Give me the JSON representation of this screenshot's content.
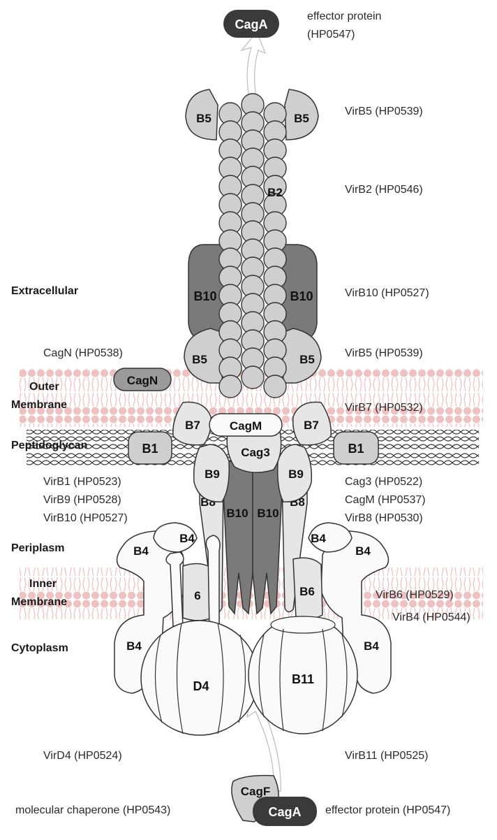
{
  "regions": {
    "extracellular": "Extracellular",
    "outer": "Outer",
    "membrane_outer": "Membrane",
    "peptidoglycan": "Peptidoglycan",
    "periplasm": "Periplasm",
    "inner": "Inner",
    "membrane_inner": "Membrane",
    "cytoplasm": "Cytoplasm"
  },
  "annotations": {
    "cagA_top_1": "effector protein",
    "cagA_top_2": "(HP0547)",
    "virB5_top": "VirB5 (HP0539)",
    "virB2": "VirB2 (HP0546)",
    "virB10_ext": "VirB10 (HP0527)",
    "cagN": "CagN (HP0538)",
    "virB5_mid": "VirB5 (HP0539)",
    "virB7": "VirB7 (HP0532)",
    "virB1": "VirB1 (HP0523)",
    "virB9": "VirB9 (HP0528)",
    "virB10_peri": "VirB10 (HP0527)",
    "cag3": "Cag3 (HP0522)",
    "cagM": "CagM (HP0537)",
    "virB8": "VirB8 (HP0530)",
    "virB6": "VirB6 (HP0529)",
    "virB4": "VirB4 (HP0544)",
    "virD4": "VirD4 (HP0524)",
    "virB11": "VirB11 (HP0525)",
    "chaperone": "molecular chaperone (HP0543)",
    "cagA_bottom": "effector protein (HP0547)"
  },
  "shapes": {
    "cagA": "CagA",
    "cagF": "CagF",
    "cagN": "CagN",
    "cagM": "CagM",
    "cag3": "Cag3",
    "b1": "B1",
    "b2": "B2",
    "b4": "B4",
    "b5": "B5",
    "b6": "B6",
    "b6_short": "6",
    "b7": "B7",
    "b8": "B8",
    "b9": "B9",
    "b10": "B10",
    "b11": "B11",
    "d4": "D4"
  },
  "colors": {
    "dark_protein": "#3a3a3a",
    "mid_gray": "#9b9b9b",
    "light_gray": "#cfcfcf",
    "pale": "#e6e6e6",
    "white": "#fafafa",
    "membrane_pink": "#efc2c2"
  }
}
